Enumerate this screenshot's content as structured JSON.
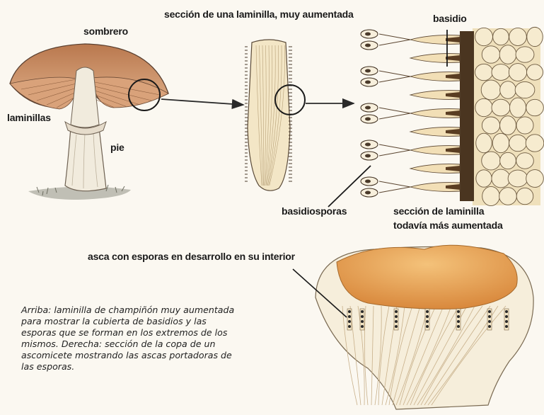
{
  "labels": {
    "sombrero": "sombrero",
    "laminillas": "laminillas",
    "pie": "pie",
    "seccion_laminilla": "sección de una laminilla, muy aumentada",
    "basidio": "basidio",
    "basidiosporas": "basidiosporas",
    "seccion_mas_1": "sección de laminilla",
    "seccion_mas_2": "todavía más aumentada",
    "asca": "asca con esporas en desarrollo en su interior"
  },
  "caption": [
    "Arriba: laminilla de champiñón muy aumentada",
    "para mostrar la cubierta de basidios y las",
    "esporas que se forman en los extremos de los",
    "mismos. Derecha: sección de la copa de un",
    "ascomicete mostrando las ascas portadoras de",
    "las esporas."
  ],
  "colors": {
    "background": "#fbf8f1",
    "cap_top": "#c9865a",
    "gill": "#d9a27a",
    "stem": "#f1ebdd",
    "tissue": "#f3e6c6",
    "cup_orange": "#e7a85a",
    "ink": "#2a2a2a"
  }
}
